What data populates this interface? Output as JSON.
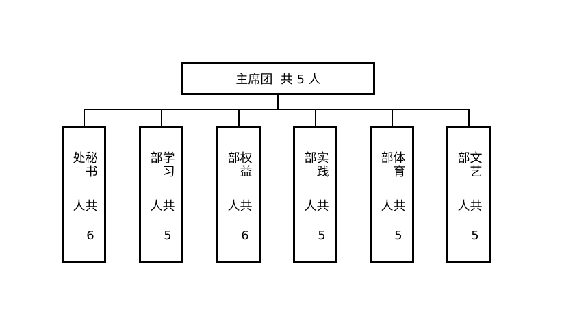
{
  "org_chart": {
    "root": {
      "label": "主席团  共 5 人"
    },
    "departments": [
      {
        "name": "秘书处",
        "count": "共 6 人"
      },
      {
        "name": "学习部",
        "count": "共 5 人"
      },
      {
        "name": "权益部",
        "count": "共 6 人"
      },
      {
        "name": "实践部",
        "count": "共 5 人"
      },
      {
        "name": "体育部",
        "count": "共 5 人"
      },
      {
        "name": "文艺部",
        "count": "共 5 人"
      }
    ]
  }
}
